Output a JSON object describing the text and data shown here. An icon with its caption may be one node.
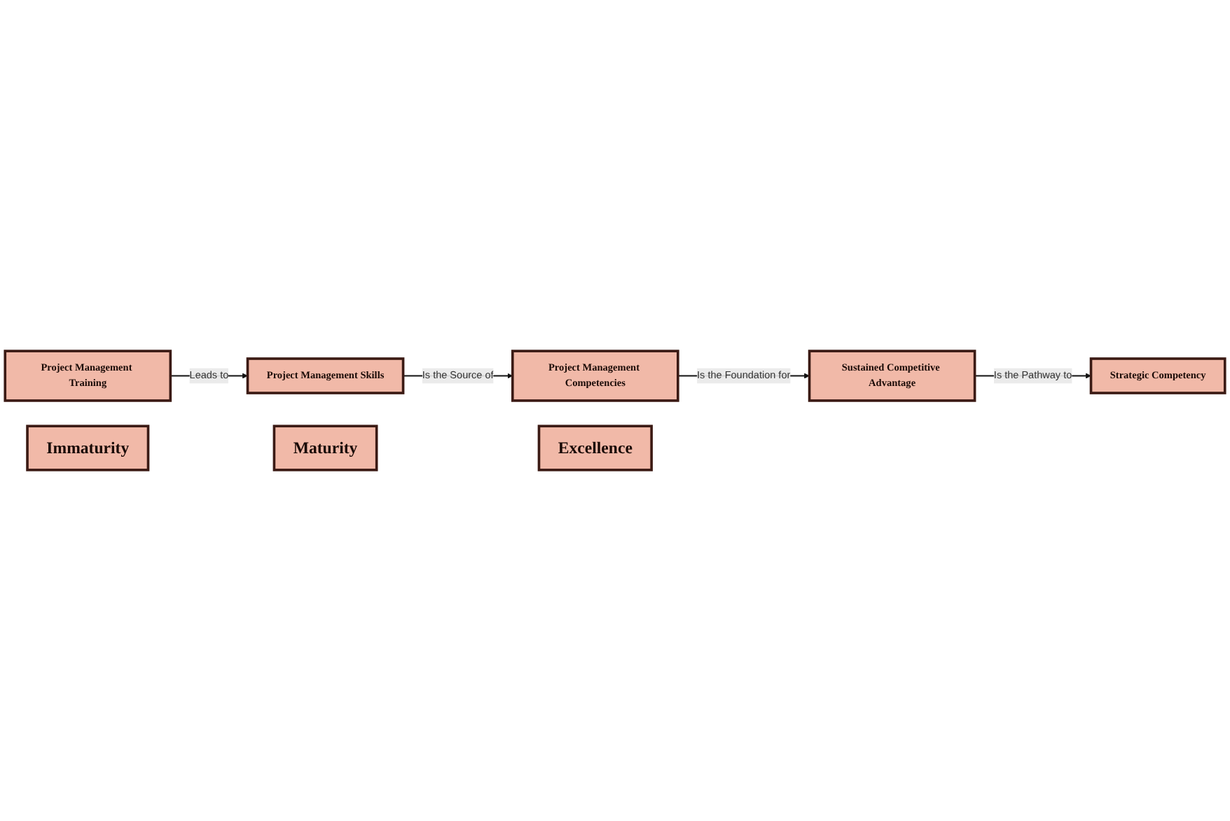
{
  "diagram": {
    "nodes": [
      {
        "text": [
          "Project Management Training"
        ]
      },
      {
        "text": [
          "Project Management Skills"
        ]
      },
      {
        "text": [
          "Project Management Competencies"
        ]
      },
      {
        "text": [
          "Sustained Competitive Advantage"
        ]
      },
      {
        "text": [
          "Strategic Competency"
        ]
      },
      {
        "text": [
          "Immaturity"
        ]
      },
      {
        "text": [
          "Maturity"
        ]
      },
      {
        "text": [
          "Excellence"
        ]
      }
    ],
    "edges": [
      {
        "from": 0,
        "to": 1,
        "arrow": "to",
        "label": "Leads to"
      },
      {
        "from": 1,
        "to": 2,
        "arrow": "to",
        "label": "Is the Source of"
      },
      {
        "from": 2,
        "to": 3,
        "arrow": "to",
        "label": "Is the Foundation for"
      },
      {
        "from": 3,
        "to": 4,
        "arrow": "to",
        "label": "Is the Pathway to"
      }
    ]
  }
}
